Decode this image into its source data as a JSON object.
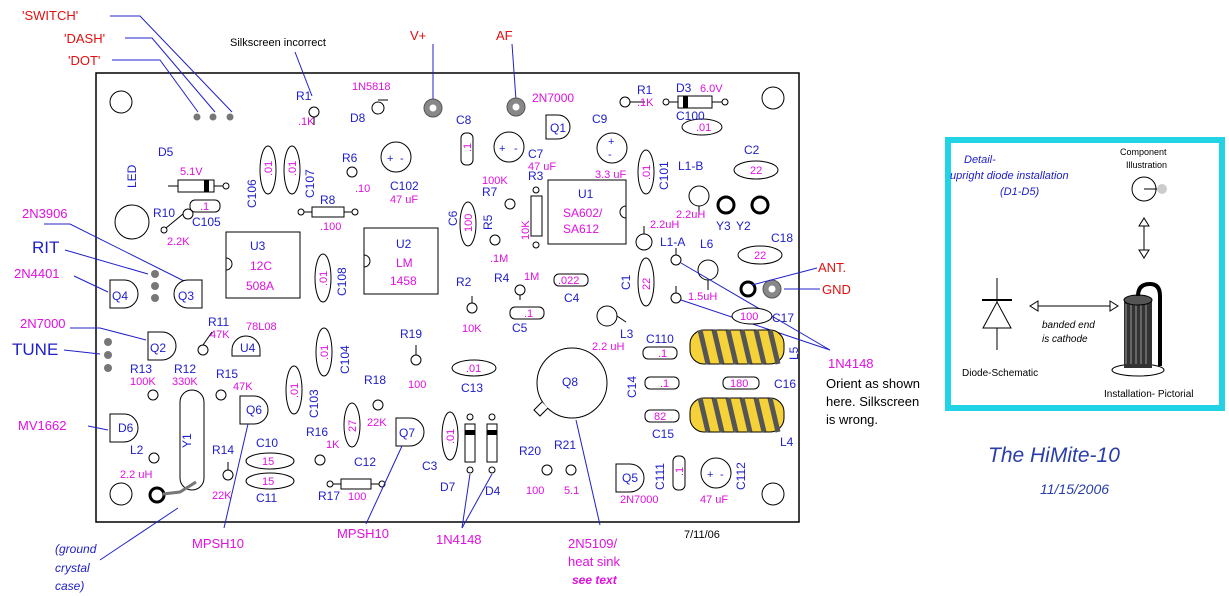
{
  "callouts": {
    "switch": "'SWITCH'",
    "dash": "'DASH'",
    "dot": "'DOT'",
    "silkscreen": "Silkscreen incorrect",
    "vplus": "V+",
    "af": "AF",
    "rit": "RIT",
    "tune": "TUNE",
    "ant": "ANT.",
    "gnd": "GND",
    "led": "LED",
    "q3_part": "2N3906",
    "q4_part": "2N4401",
    "q2_part": "2N7000",
    "d6_part": "MV1662",
    "q6_part": "MPSH10",
    "q7_part": "MPSH10",
    "d7_d4_part": "1N4148",
    "q8_part": "2N5109/",
    "q8_part2": "heat sink",
    "q8_see": "see text",
    "crystal_note1": "(ground",
    "crystal_note2": "crystal",
    "crystal_note3": "case)",
    "diodes_part": "1N4148",
    "orient1": "Orient as shown",
    "orient2": "here. Silkscreen",
    "orient3": "is wrong.",
    "board_date": "7/11/06"
  },
  "labels": {
    "r1a": "R1",
    "r1a_v": ".1K",
    "d8": "D8",
    "d8_v": "1N5818",
    "r1b": "R1",
    "r1b_v": ".1K",
    "d3": "D3",
    "d3_v": "6.0V",
    "c100": "C100",
    "c100_v": ".01",
    "c8": "C8",
    "c8_v": ".1",
    "q1": "Q1",
    "q1_v": "2N7000",
    "c9": "C9",
    "c9_v": "3.3 uF",
    "c7": "C7",
    "c7_v": "47 uF",
    "d5": "D5",
    "d5_v": "5.1V",
    "c106": "C106",
    "c106_v": ".01",
    "c107": "C107",
    "c107_v": ".01",
    "r6": "R6",
    "r6_v": ".10",
    "c102": "C102",
    "c102_v": "47 uF",
    "r10": "R10",
    "r10_v": "2.2K",
    "c105": "C105",
    "c105_v": ".1",
    "r8": "R8",
    "r8_v": ".100",
    "u3": "U3",
    "u3_v1": "12C",
    "u3_v2": "508A",
    "u2": "U2",
    "u2_v1": "LM",
    "u2_v2": "1458",
    "c6": "C6",
    "c6_v": "100",
    "r7": "R7",
    "r7_v": "100K",
    "r3": "R3",
    "r3_v": "10K",
    "r5": "R5",
    "r5_v": ".1M",
    "u1": "U1",
    "u1_v1": "SA602/",
    "u1_v2": "SA612",
    "c101": "C101",
    "c101_v": ".01",
    "l1b": "L1-B",
    "l1b_v": "2.2uH",
    "c2": "C2",
    "c2_v": "22",
    "y3": "Y3",
    "y2": "Y2",
    "l1a": "L1-A",
    "l1a_v": "2.2uH",
    "c18": "C18",
    "c18_v": "22",
    "l6": "L6",
    "l6_v": "1.5uH",
    "c1": "C1",
    "c1_v": "22",
    "c17": "C17",
    "c17_v": "100",
    "c108": "C108",
    "c108_v": ".01",
    "r2": "R2",
    "r2_v": "10K",
    "r4": "R4",
    "r4_v": "1M",
    "c4": "C4",
    "c4_v": ".022",
    "c5": "C5",
    "c5_v": ".1",
    "l3": "L3",
    "l3_v": "2.2 uH",
    "c110": "C110",
    "c110_v": ".1",
    "l5": "L5",
    "q4": "Q4",
    "q3": "Q3",
    "r11": "R11",
    "r11_v": "47K",
    "u4": "U4",
    "u4_v": "78L08",
    "q2": "Q2",
    "r13": "R13",
    "r13_v": "100K",
    "r12": "R12",
    "r12_v": "330K",
    "r15": "R15",
    "r15_v": "47K",
    "c104": "C104",
    "c104_v": ".01",
    "c103": "C103",
    "c103_v": ".01",
    "r19": "R19",
    "r19_v": "100",
    "r18": "R18",
    "r18_v": "22K",
    "c13": "C13",
    "c13_v": ".01",
    "q8": "Q8",
    "c14": "C14",
    "c14_v": ".1",
    "c16": "C16",
    "c16_v": "180",
    "c15": "C15",
    "c15_v": "82",
    "l4": "L4",
    "q6": "Q6",
    "q7": "Q7",
    "d6": "D6",
    "l2": "L2",
    "l2_v": "2.2 uH",
    "y1": "Y1",
    "r14": "R14",
    "r14_v": "22K",
    "c10": "C10",
    "c10_v": "15",
    "c11": "C11",
    "c11_v": "15",
    "r16": "R16",
    "r16_v": "1K",
    "c12": "C12",
    "c12_v": "27",
    "r17": "R17",
    "r17_v": "100",
    "c3": "C3",
    "c3_v": ".01",
    "d7": "D7",
    "d4": "D4",
    "r20": "R20",
    "r20_v": "100",
    "r21": "R21",
    "r21_v": "5.1",
    "q5": "Q5",
    "q5_v": "2N7000",
    "c111": "C111",
    "c111_v": ".1",
    "c112": "C112",
    "c112_v": "47 uF",
    "plus": "+",
    "minus": "-"
  },
  "detail": {
    "title1": "Detail-",
    "title2": "upright diode installation",
    "title3": "(D1-D5)",
    "component1": "Component",
    "component2": "Illustration",
    "banded1": "banded end",
    "banded2": "is cathode",
    "schematic": "Diode-Schematic",
    "pictorial": "Installation- Pictorial"
  },
  "footer": {
    "name": "The HiMite-10",
    "date": "11/15/2006"
  },
  "colors": {
    "label": "#2020c8",
    "value": "#e010e0",
    "callout_red": "#e01010",
    "detail_border": "#22d3e6",
    "footer": "#2a3ea8",
    "coil": "#f5d23a"
  }
}
